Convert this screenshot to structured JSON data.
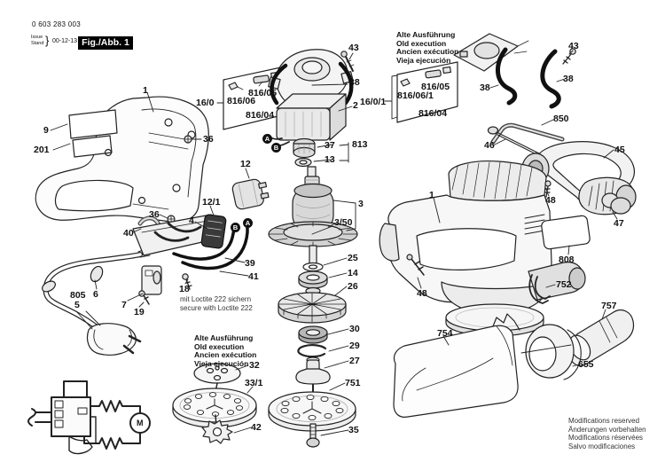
{
  "header": {
    "part_number": "0 603 283 003",
    "issue_label": "Issue",
    "stand_label": "Stand",
    "brace": "}",
    "issue_date": "00-12-13",
    "figure_label": "Fig./Abb. 1"
  },
  "notes": {
    "old_execution": {
      "de": "Alte Ausführung",
      "en": "Old execution",
      "fr": "Ancien exécution",
      "es": "Vieja ejecución"
    },
    "loctite": {
      "de": "mit Loctite 222 sichern",
      "en": "secure with Loctite 222"
    },
    "modifications": {
      "en": "Modifications reserved",
      "de": "Änderungen vorbehalten",
      "fr": "Modifications réservées",
      "es": "Salvo modificaciones"
    }
  },
  "connectors": {
    "a": "A",
    "b": "B"
  },
  "schematic": {
    "motor_label": "M"
  },
  "callouts": [
    {
      "label": "1"
    },
    {
      "label": "9"
    },
    {
      "label": "201"
    },
    {
      "label": "36"
    },
    {
      "label": "36"
    },
    {
      "label": "16/0"
    },
    {
      "label": "816/05"
    },
    {
      "label": "816/06"
    },
    {
      "label": "816/04"
    },
    {
      "label": "12"
    },
    {
      "label": "12/1"
    },
    {
      "label": "4"
    },
    {
      "label": "40"
    },
    {
      "label": "39"
    },
    {
      "label": "41"
    },
    {
      "label": "18"
    },
    {
      "label": "805"
    },
    {
      "label": "5"
    },
    {
      "label": "6"
    },
    {
      "label": "7"
    },
    {
      "label": "19"
    },
    {
      "label": "43"
    },
    {
      "label": "38"
    },
    {
      "label": "2"
    },
    {
      "label": "37"
    },
    {
      "label": "813"
    },
    {
      "label": "13"
    },
    {
      "label": "3"
    },
    {
      "label": "3/50"
    },
    {
      "label": "25"
    },
    {
      "label": "14"
    },
    {
      "label": "26"
    },
    {
      "label": "30"
    },
    {
      "label": "29"
    },
    {
      "label": "27"
    },
    {
      "label": "751"
    },
    {
      "label": "35"
    },
    {
      "label": "32"
    },
    {
      "label": "33/1"
    },
    {
      "label": "42"
    },
    {
      "label": "16/0/1"
    },
    {
      "label": "816/05"
    },
    {
      "label": "816/06/1"
    },
    {
      "label": "816/04"
    },
    {
      "label": "38"
    },
    {
      "label": "38"
    },
    {
      "label": "43"
    },
    {
      "label": "850"
    },
    {
      "label": "46"
    },
    {
      "label": "45"
    },
    {
      "label": "1"
    },
    {
      "label": "48"
    },
    {
      "label": "47"
    },
    {
      "label": "808"
    },
    {
      "label": "48"
    },
    {
      "label": "752"
    },
    {
      "label": "757"
    },
    {
      "label": "754"
    },
    {
      "label": "655"
    }
  ]
}
